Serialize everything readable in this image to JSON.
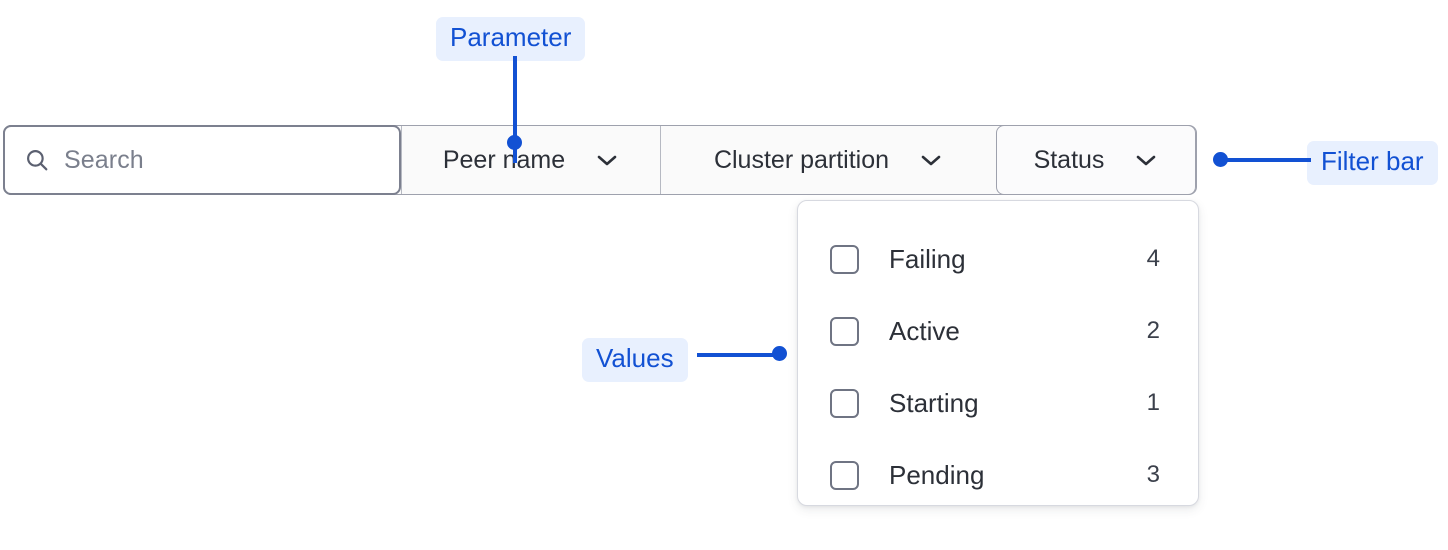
{
  "filter_bar": {
    "search": {
      "icon": "search-icon",
      "placeholder": "Search",
      "value": ""
    },
    "segments": [
      {
        "label": "Peer name",
        "icon": "chevron-down-icon"
      },
      {
        "label": "Cluster partition",
        "icon": "chevron-down-icon"
      },
      {
        "label": "Status",
        "icon": "chevron-down-icon"
      }
    ]
  },
  "dropdown": {
    "open_for": "Status",
    "items": [
      {
        "label": "Failing",
        "count": "4",
        "checked": false
      },
      {
        "label": "Active",
        "count": "2",
        "checked": false
      },
      {
        "label": "Starting",
        "count": "1",
        "checked": false
      },
      {
        "label": "Pending",
        "count": "3",
        "checked": false
      }
    ]
  },
  "annotations": {
    "parameter": "Parameter",
    "filter_bar": "Filter bar",
    "values": "Values"
  },
  "colors": {
    "accent_blue": "#1251d3",
    "annotation_chip_bg": "#e8f0fe",
    "border_gray": "#9ea1ad",
    "text_dark": "#2c3038",
    "placeholder_gray": "#7a7f8c"
  }
}
